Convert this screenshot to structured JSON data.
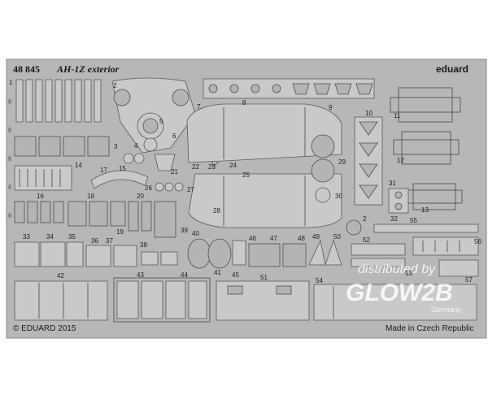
{
  "header": {
    "code": "48 845",
    "title": "AH-1Z exterior",
    "brand": "eduard"
  },
  "footer": {
    "copyright": "© EDUARD 2015",
    "origin": "Made in Czech Republic"
  },
  "watermark": {
    "line1": "distributed by",
    "line2": "GLOW2B",
    "line3": "Germany"
  },
  "part_numbers": [
    "1",
    "2",
    "3",
    "4",
    "5",
    "6",
    "7",
    "8",
    "9",
    "10",
    "11",
    "12",
    "13",
    "14",
    "15",
    "16",
    "17",
    "18",
    "19",
    "20",
    "21",
    "22",
    "23",
    "24",
    "25",
    "26",
    "27",
    "28",
    "29",
    "30",
    "31",
    "32",
    "33",
    "34",
    "35",
    "36",
    "37",
    "38",
    "39",
    "40",
    "41",
    "42",
    "43",
    "44",
    "45",
    "46",
    "47",
    "48",
    "49",
    "50",
    "51",
    "52",
    "53",
    "54",
    "55",
    "56",
    "57",
    "2"
  ],
  "colors": {
    "fret": "#b7b7b7",
    "part": "#c9c9c9",
    "outline": "#5a5a5a"
  }
}
